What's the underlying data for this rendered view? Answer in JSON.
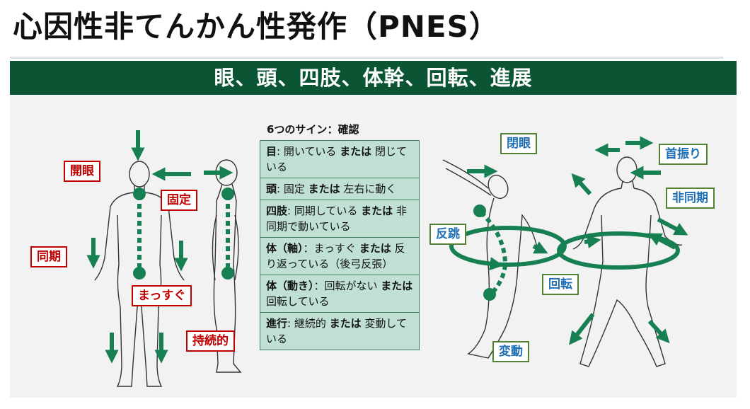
{
  "title": "心因性非てんかん性発作（PNES）",
  "banner": "眼、頭、四肢、体幹、回転、進展",
  "table_title": "6つのサイン：確認",
  "signs": [
    {
      "head": "目",
      "a": ": 開いている ",
      "or": "または",
      "b": " 閉じている"
    },
    {
      "head": "頭",
      "a": ": 固定 ",
      "or": "または",
      "b": " 左右に動く"
    },
    {
      "head": "四肢",
      "a": ": 同期している ",
      "or": "または",
      "b": " 非同期で動いている"
    },
    {
      "head": "体（軸）",
      "a": "：まっすぐ ",
      "or": "または",
      "b": " 反り返っている（後弓反張）"
    },
    {
      "head": "体（動き）",
      "a": "：回転がない ",
      "or": "または",
      "b": " 回転している"
    },
    {
      "head": "進行",
      "a": ": 継続的 ",
      "or": "または",
      "b": " 変動している"
    }
  ],
  "labels_left": {
    "open_eyes": "開眼",
    "fixed": "固定",
    "synchronous": "同期",
    "straight": "まっすぐ",
    "continuous": "持続的"
  },
  "labels_right": {
    "closed_eyes": "閉眼",
    "head_shake": "首振り",
    "asynchronous": "非同期",
    "arching": "反跳",
    "rotation": "回転",
    "fluctuating": "変動"
  },
  "colors": {
    "banner": "#0b5535",
    "arrow": "#178052",
    "label_red": "#c00000",
    "label_blue": "#1f6fb5",
    "table_fill": "#bfe0d3"
  }
}
